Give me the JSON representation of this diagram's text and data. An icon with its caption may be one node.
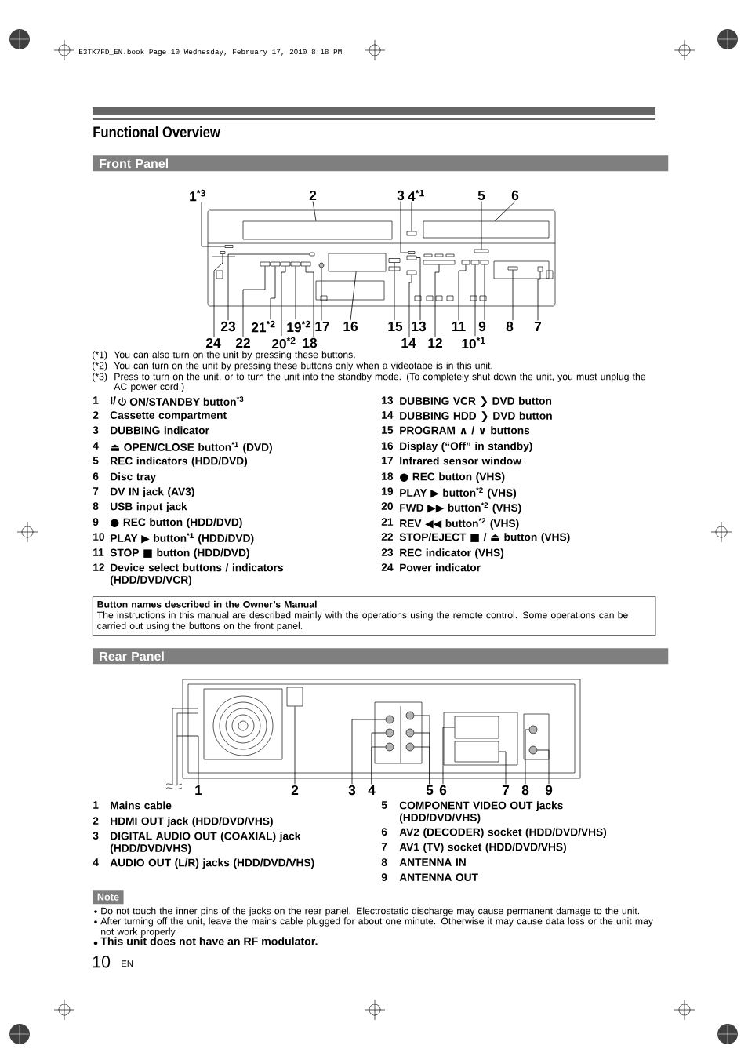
{
  "diagram": {
    "title": "Functional Overview",
    "nodes": [
      {
        "text": [
          "Front Panel"
        ]
      },
      {
        "text": [
          "1$^{*3}$"
        ]
      },
      {
        "text": [
          "2"
        ]
      },
      {
        "text": [
          "3"
        ]
      },
      {
        "text": [
          "4$^{*1}$"
        ]
      },
      {
        "text": [
          "5"
        ]
      },
      {
        "text": [
          "6"
        ]
      },
      {
        "text": [
          "23"
        ]
      },
      {
        "text": [
          "21$^{*2}$"
        ]
      },
      {
        "text": [
          "19$^{*2}$"
        ]
      },
      {
        "text": [
          "17"
        ]
      },
      {
        "text": [
          "16"
        ]
      },
      {
        "text": [
          "15"
        ]
      },
      {
        "text": [
          "13"
        ]
      },
      {
        "text": [
          "11"
        ]
      },
      {
        "text": [
          "9"
        ]
      },
      {
        "text": [
          "8"
        ]
      },
      {
        "text": [
          "7"
        ]
      },
      {
        "text": [
          "24"
        ]
      },
      {
        "text": [
          "22"
        ]
      },
      {
        "text": [
          "20$^{*2}$"
        ]
      },
      {
        "text": [
          "18"
        ]
      },
      {
        "text": [
          "14"
        ]
      },
      {
        "text": [
          "12"
        ]
      },
      {
        "text": [
          "10$^{*1}$"
        ]
      },
      {
        "text": [
          "Button names described in the Owner’s Manual",
          "The instructions in this manual are described mainly with the operations using the remote control. Some operations can be carried out using the buttons on the front panel."
        ]
      },
      {
        "text": [
          "Rear Panel"
        ]
      },
      {
        "text": [
          "1"
        ]
      },
      {
        "text": [
          "2"
        ]
      },
      {
        "text": [
          "3"
        ]
      },
      {
        "text": [
          "4"
        ]
      },
      {
        "text": [
          "5"
        ]
      },
      {
        "text": [
          "6"
        ]
      },
      {
        "text": [
          "7"
        ]
      },
      {
        "text": [
          "8"
        ]
      },
      {
        "text": [
          "9"
        ]
      },
      {
        "text": [
          "Note"
        ]
      },
      {
        "text": [],
        "shape": "box"
      },
      {
        "text": [],
        "shape": "box"
      },
      {
        "text": [],
        "shape": "box"
      },
      {
        "text": [],
        "shape": "box"
      },
      {
        "text": [],
        "shape": "box"
      },
      {
        "text": [],
        "shape": "box"
      },
      {
        "text": [],
        "shape": "box"
      },
      {
        "text": [],
        "shape": "box"
      },
      {
        "text": [],
        "shape": "box"
      },
      {
        "text": [],
        "shape": "circle"
      },
      {
        "text": [],
        "shape": "box"
      },
      {
        "text": [],
        "shape": "box"
      },
      {
        "text": [],
        "shape": "box"
      },
      {
        "text": [],
        "shape": "box"
      },
      {
        "text": [],
        "shape": "box"
      },
      {
        "text": [],
        "shape": "box"
      },
      {
        "text": [],
        "shape": "box"
      },
      {
        "text": [],
        "shape": "box"
      },
      {
        "text": [],
        "shape": "box"
      },
      {
        "text": [],
        "shape": "box"
      },
      {
        "text": [],
        "shape": "box"
      },
      {
        "text": [],
        "shape": "box"
      },
      {
        "text": [],
        "shape": "box"
      },
      {
        "text": [],
        "shape": "box"
      },
      {
        "text": [],
        "shape": "box"
      },
      {
        "text": [],
        "shape": "circle"
      },
      {
        "text": [],
        "shape": "circle"
      },
      {
        "text": [],
        "shape": "circle"
      },
      {
        "text": [],
        "shape": "circle"
      },
      {
        "text": [],
        "shape": "circle"
      },
      {
        "text": [],
        "shape": "circle"
      },
      {
        "text": [],
        "shape": "box"
      },
      {
        "text": [],
        "shape": "box"
      },
      {
        "text": [],
        "shape": "circle"
      },
      {
        "text": [],
        "shape": "circle"
      }
    ],
    "edges": [
      {
        "from": 1,
        "to": 37,
        "arrow": "none"
      },
      {
        "from": 2,
        "to": 38,
        "arrow": "none"
      },
      {
        "from": 3,
        "to": 39,
        "arrow": "none"
      },
      {
        "from": 4,
        "to": 40,
        "arrow": "none"
      },
      {
        "from": 5,
        "to": 41,
        "arrow": "none"
      },
      {
        "from": 6,
        "to": 42,
        "arrow": "none"
      },
      {
        "from": 7,
        "to": 43,
        "arrow": "none"
      },
      {
        "from": 8,
        "to": 44,
        "arrow": "none"
      },
      {
        "from": 9,
        "to": 45,
        "arrow": "none"
      },
      {
        "from": 10,
        "to": 46,
        "arrow": "none"
      },
      {
        "from": 11,
        "to": 47,
        "arrow": "none"
      },
      {
        "from": 12,
        "to": 48,
        "arrow": "none"
      },
      {
        "from": 13,
        "to": 49,
        "arrow": "none"
      },
      {
        "from": 14,
        "to": 50,
        "arrow": "none"
      },
      {
        "from": 15,
        "to": 51,
        "arrow": "none"
      },
      {
        "from": 16,
        "to": 52,
        "arrow": "none"
      },
      {
        "from": 17,
        "to": 53,
        "arrow": "none"
      },
      {
        "from": 18,
        "to": 54,
        "arrow": "none"
      },
      {
        "from": 19,
        "to": 55,
        "arrow": "none"
      },
      {
        "from": 20,
        "to": 56,
        "arrow": "none"
      },
      {
        "from": 21,
        "to": 57,
        "arrow": "none"
      },
      {
        "from": 22,
        "to": 58,
        "arrow": "none"
      },
      {
        "from": 23,
        "to": 59,
        "arrow": "none"
      },
      {
        "from": 24,
        "to": 60,
        "arrow": "none"
      },
      {
        "from": 27,
        "to": null,
        "arrow": "none"
      },
      {
        "from": 28,
        "to": 61,
        "arrow": "none"
      },
      {
        "from": 29,
        "to": 62,
        "arrow": "none"
      },
      {
        "from": 30,
        "to": 63,
        "arrow": "none"
      },
      {
        "from": 30,
        "to": 64,
        "arrow": "none"
      },
      {
        "from": 31,
        "to": 65,
        "arrow": "none"
      },
      {
        "from": 31,
        "to": 66,
        "arrow": "none"
      },
      {
        "from": 31,
        "to": 67,
        "arrow": "none"
      },
      {
        "from": 32,
        "to": 68,
        "arrow": "none"
      },
      {
        "from": 33,
        "to": 69,
        "arrow": "none"
      },
      {
        "from": 34,
        "to": 70,
        "arrow": "none"
      },
      {
        "from": 35,
        "to": 71,
        "arrow": "none"
      }
    ],
    "labels": [
      "E3TK7FD_EN.book Page 10 Wednesday, February 17, 2010 8:18 PM",
      "(*1)",
      "You can also turn on the unit by pressing these buttons.",
      "(*2)",
      "You can turn on the unit by pressing these buttons only when a videotape is in this unit.",
      "(*3)",
      "Press to turn on the unit, or to turn the unit into the standby mode. (To completely shut down the unit, you must unplug the AC power cord.)",
      "1",
      "I/",
      "2",
      "Cassette compartment",
      "3",
      "DUBBING indicator",
      "4",
      "⏏ OPEN/CLOSE button$^{*1}$ (DVD)",
      "5",
      "REC indicators (HDD/DVD)",
      "6",
      "Disc tray",
      "7",
      "DV IN jack (AV3)",
      "8",
      "USB input jack",
      "9",
      "● REC button (HDD/DVD)",
      "10",
      "PLAY ▶ button$^{*1}$ (HDD/DVD)",
      "11",
      "STOP ■ button (HDD/DVD)",
      "12",
      "Device select buttons / indicators (HDD/DVD/VCR)",
      "13",
      "DUBBING VCR ❯ DVD button",
      "14",
      "DUBBING HDD ❯ DVD button",
      "15",
      "PROGRAM ∧ / ∨ buttons",
      "16",
      "Display (“Off” in standby)",
      "17",
      "Infrared sensor window",
      "18",
      "● REC button (VHS)",
      "19",
      "PLAY ▶ button$^{*2}$ (VHS)",
      "20",
      "FWD ▶▶ button$^{*2}$ (VHS)",
      "21",
      "REV ◀◀ button$^{*2}$ (VHS)",
      "22",
      "STOP/EJECT ■ / ⏏ button (VHS)",
      "23",
      "REC indicator (VHS)",
      "24",
      "Power indicator",
      "1",
      "Mains cable",
      "2",
      "HDMI OUT jack (HDD/DVD/VHS)",
      "3",
      "DIGITAL AUDIO OUT (COAXIAL) jack (HDD/DVD/VHS)",
      "4",
      "AUDIO OUT (L/R) jacks (HDD/DVD/VHS)",
      "5",
      "COMPONENT VIDEO OUT jacks (HDD/DVD/VHS)",
      "6",
      "AV2 (DECODER) socket (HDD/DVD/VHS)",
      "7",
      "AV1 (TV) socket (HDD/DVD/VHS)",
      "8",
      "ANTENNA IN",
      "9",
      "ANTENNA OUT",
      "Do not touch the inner pins of the jacks on the rear panel. Electrostatic discharge may cause permanent damage to the unit.",
      "After turning off the unit, leave the mains cable plugged for about one minute. Otherwise it may cause data loss or the unit may not work properly.",
      "This unit does not have an RF modulator.",
      "10",
      "EN",
      "ON/STANDBY button$^{*3}$"
    ]
  }
}
